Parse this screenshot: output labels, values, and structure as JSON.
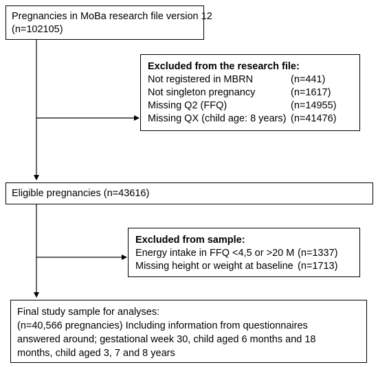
{
  "box1": {
    "line1": "Pregnancies in MoBa research file version 12",
    "line2": "(n=102105)"
  },
  "exclusion1": {
    "title": "Excluded from the research file:",
    "items": [
      {
        "label": "Not registered in MBRN",
        "count": "(n=441)"
      },
      {
        "label": "Not singleton pregnancy",
        "count": "(n=1617)"
      },
      {
        "label": "Missing Q2 (FFQ)",
        "count": "(n=14955)"
      },
      {
        "label": "Missing QX (child age: 8 years)",
        "count": "(n=41476)"
      }
    ]
  },
  "box2": {
    "text": "Eligible pregnancies (n=43616)"
  },
  "exclusion2": {
    "title": "Excluded from sample:",
    "items": [
      {
        "label": "Energy intake in FFQ <4,5 or >20 M",
        "count": "(n=1337)"
      },
      {
        "label": "Missing height or weight at baseline",
        "count": "(n=1713)"
      }
    ]
  },
  "box3": {
    "lines": [
      "Final study sample for analyses:",
      "(n=40,566 pregnancies) Including information from questionnaires",
      "answered around; gestational week 30, child aged 6 months and 18",
      "months, child aged 3, 7 and 8 years"
    ]
  }
}
